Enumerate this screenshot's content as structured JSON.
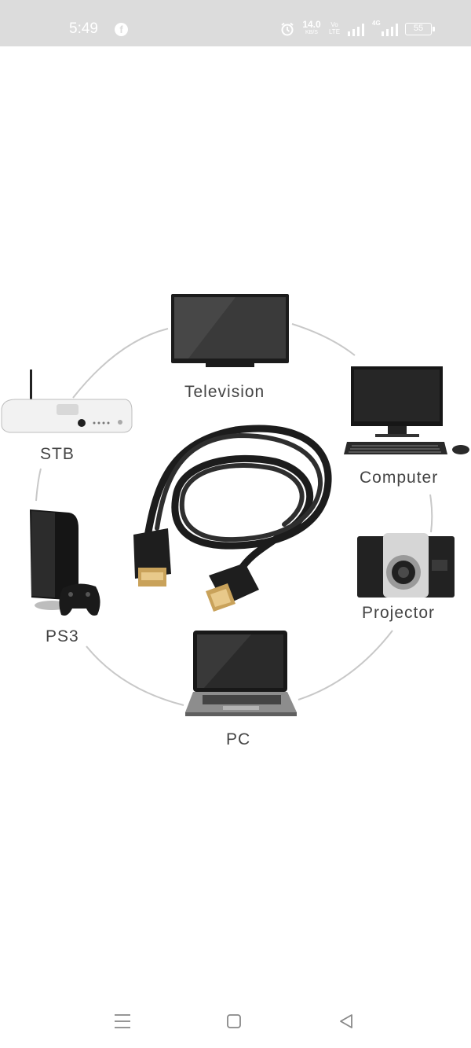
{
  "status_bar": {
    "time": "5:49",
    "speed_value": "14.0",
    "speed_unit": "KB/S",
    "volte": "Vo LTE",
    "network": "4G",
    "battery": "55",
    "icons": [
      "facebook-icon",
      "alarm-icon",
      "signal-icon",
      "signal-4g-icon",
      "battery-icon"
    ]
  },
  "image": {
    "labels": {
      "television": "Television",
      "stb": "STB",
      "computer": "Computer",
      "projector": "Projector",
      "ps3": "PS3",
      "pc": "PC"
    }
  },
  "nav_bar": {
    "icons": [
      "menu-icon",
      "home-icon",
      "back-icon"
    ]
  },
  "colors": {
    "status_bar_bg": "#dcdcdc",
    "page_bg": "#ffffff",
    "label_text": "#444444"
  }
}
